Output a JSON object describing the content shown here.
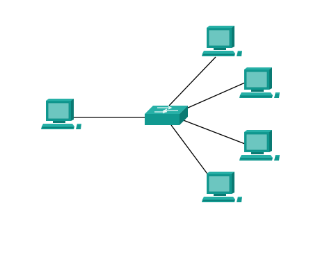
{
  "diagram": {
    "type": "network-topology",
    "colors": {
      "device_front": "#119990",
      "device_top": "#27b0a7",
      "device_side": "#0a7a73",
      "screen": "#6cc6c0",
      "screen_border": "#0d8c85",
      "link": "#000000",
      "background": "#ffffff"
    },
    "hub": {
      "icon": "switch-icon"
    },
    "devices": [
      {
        "id": "pc-left",
        "icon": "pc-icon"
      },
      {
        "id": "pc-top",
        "icon": "pc-icon"
      },
      {
        "id": "pc-upper-right",
        "icon": "pc-icon"
      },
      {
        "id": "pc-lower-right",
        "icon": "pc-icon"
      },
      {
        "id": "pc-bottom",
        "icon": "pc-icon"
      }
    ],
    "links": [
      {
        "from": "switch",
        "to": "pc-left"
      },
      {
        "from": "switch",
        "to": "pc-top"
      },
      {
        "from": "switch",
        "to": "pc-upper-right"
      },
      {
        "from": "switch",
        "to": "pc-lower-right"
      },
      {
        "from": "switch",
        "to": "pc-bottom"
      }
    ]
  }
}
